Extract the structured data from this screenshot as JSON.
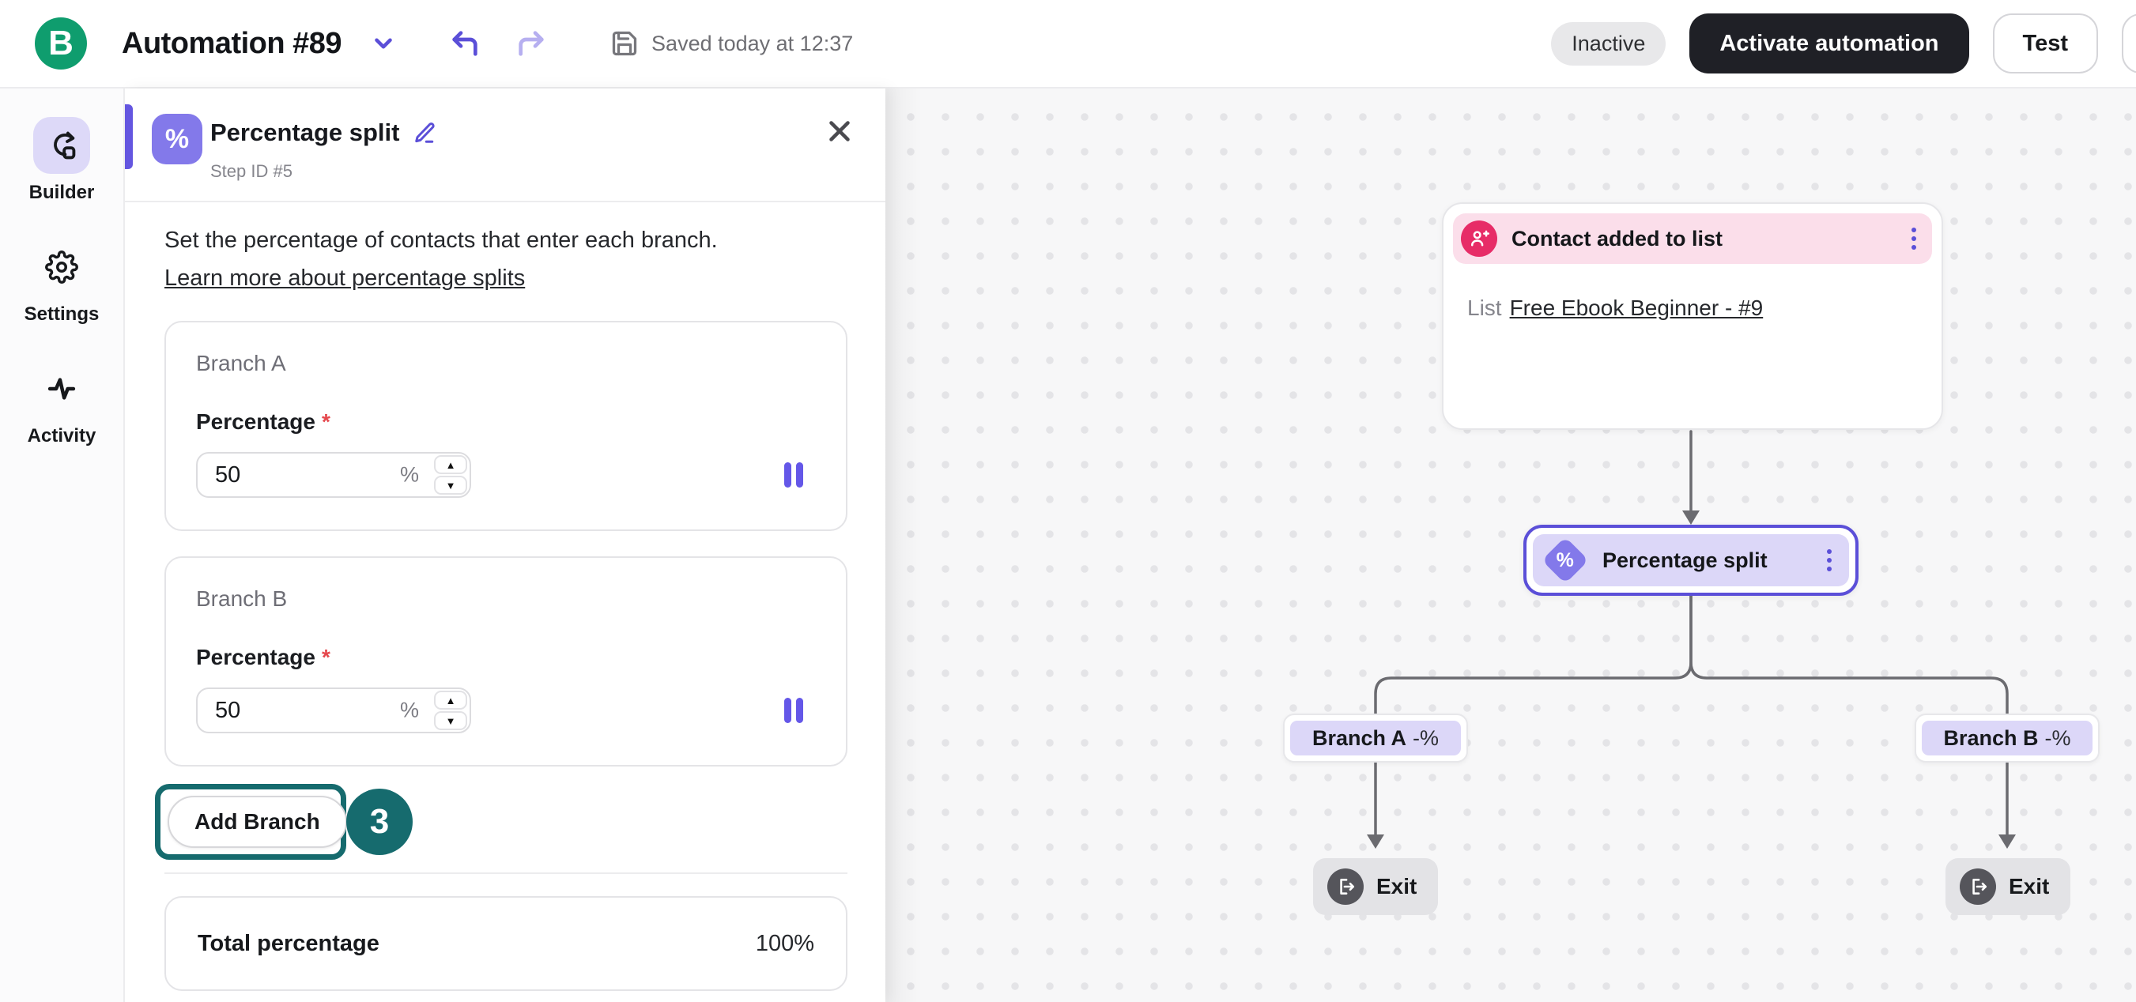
{
  "topbar": {
    "logo_letter": "B",
    "title": "Automation #89",
    "saved_status": "Saved today at 12:37",
    "status_badge": "Inactive",
    "activate_label": "Activate automation",
    "test_label": "Test"
  },
  "sidebar": {
    "items": [
      {
        "label": "Builder",
        "icon": "flow-builder-icon",
        "active": true
      },
      {
        "label": "Settings",
        "icon": "gear-icon",
        "active": false
      },
      {
        "label": "Activity",
        "icon": "activity-pulse-icon",
        "active": false
      }
    ]
  },
  "panel": {
    "icon_glyph": "%",
    "title": "Percentage split",
    "step_id": "Step ID #5",
    "description": "Set the percentage of contacts that enter each branch.",
    "learn_more_label": "Learn more about percentage splits",
    "branches": [
      {
        "name": "Branch A",
        "field_label": "Percentage",
        "required_mark": "*",
        "value": "50",
        "unit": "%"
      },
      {
        "name": "Branch B",
        "field_label": "Percentage",
        "required_mark": "*",
        "value": "50",
        "unit": "%"
      }
    ],
    "stepper": {
      "up": "▲",
      "down": "▼"
    },
    "add_branch_label": "Add Branch",
    "annotation_number": "3",
    "total_label": "Total percentage",
    "total_value": "100%"
  },
  "canvas": {
    "trigger": {
      "title": "Contact added to list",
      "list_prefix": "List",
      "list_name": "Free Ebook Beginner - #9"
    },
    "split_node": {
      "title": "Percentage split",
      "percent_glyph": "%"
    },
    "branch_labels": [
      {
        "name": "Branch A",
        "suffix": "-%"
      },
      {
        "name": "Branch B",
        "suffix": "-%"
      }
    ],
    "exit_label": "Exit"
  },
  "colors": {
    "brand_green": "#0f9d6e",
    "accent_purple": "#5b4fd8",
    "light_purple": "#dcd7f8",
    "icon_purple": "#8379ea",
    "pink": "#e72c67",
    "light_pink": "#fbdeea",
    "annotation_teal": "#166b6e",
    "required_red": "#e5484d",
    "connector_gray": "#6b6b70",
    "canvas_bg": "#f7f7f8"
  }
}
